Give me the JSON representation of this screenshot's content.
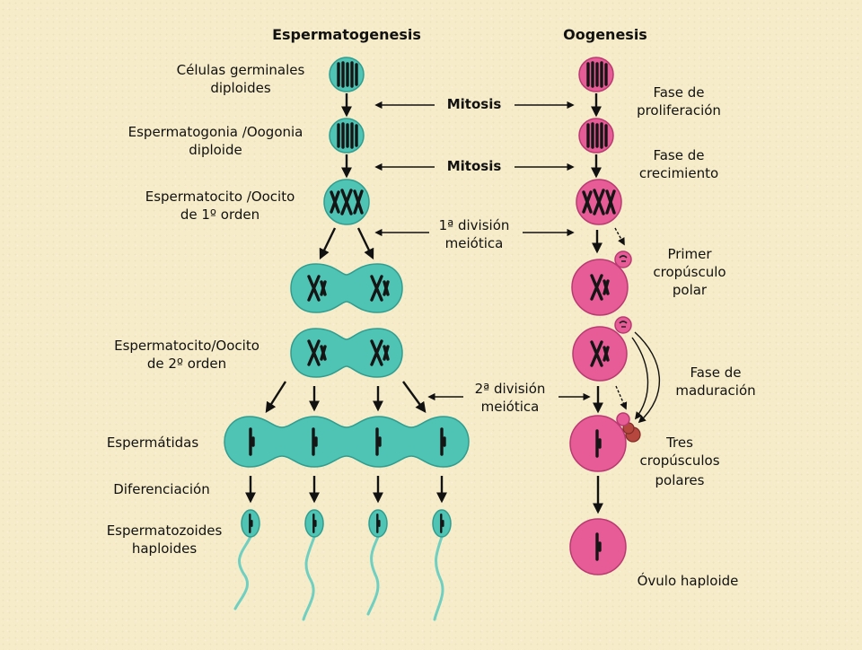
{
  "headers": {
    "spermatogenesis": "Espermatogenesis",
    "oogenesis": "Oogenesis"
  },
  "left_labels": {
    "germ_cells_1": "Células germinales",
    "germ_cells_2": "diploides",
    "spermatogonia_1": "Espermatogonia /Oogonia",
    "spermatogonia_2": "diploide",
    "primary_1": "Espermatocito /Oocito",
    "primary_2": "de 1º orden",
    "secondary_1": "Espermatocito/Oocito",
    "secondary_2": "de 2º orden",
    "spermatids": "Espermátidas",
    "differentiation": "Diferenciación",
    "sperm_1": "Espermatozoides",
    "sperm_2": "haploides"
  },
  "center_labels": {
    "mitosis_1": "Mitosis",
    "mitosis_2": "Mitosis",
    "meiosis1_1": "1ª división",
    "meiosis1_2": "meiótica",
    "meiosis2_1": "2ª división",
    "meiosis2_2": "meiótica"
  },
  "right_labels": {
    "proliferation_1": "Fase de",
    "proliferation_2": "proliferación",
    "growth_1": "Fase de",
    "growth_2": "crecimiento",
    "first_polar_1": "Primer",
    "first_polar_2": "cropúsculo",
    "first_polar_3": "polar",
    "maturation_1": "Fase de",
    "maturation_2": "maduración",
    "three_polar_1": "Tres",
    "three_polar_2": "cropúsculos",
    "three_polar_3": "polares",
    "ovum": "Óvulo haploide"
  },
  "colors": {
    "background": "#f6ecc9",
    "male_cells": "#4fc4b5",
    "female_cells": "#e75c96",
    "polar_body_dark": "#b5473f",
    "chromosomes": "#151515"
  }
}
